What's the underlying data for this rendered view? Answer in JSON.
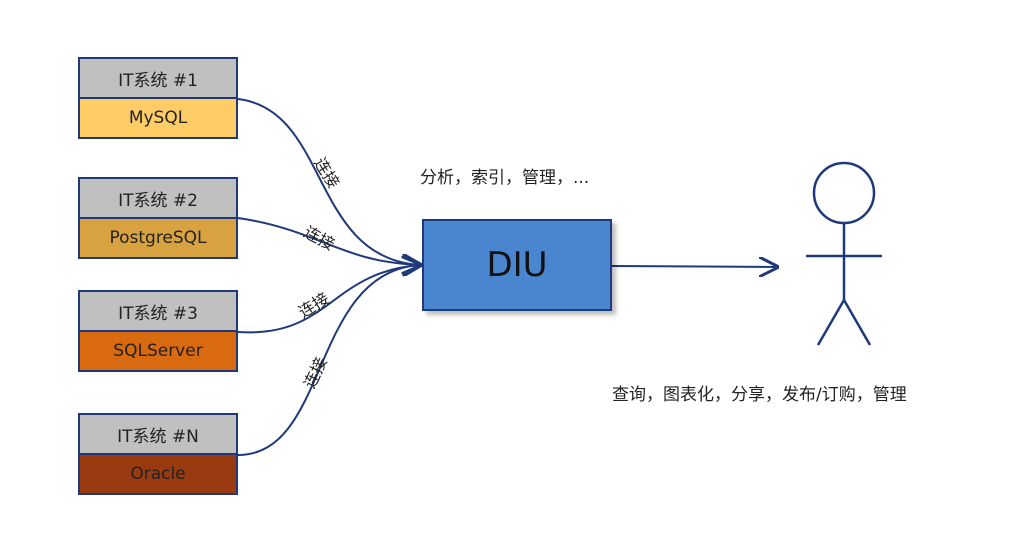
{
  "systems": [
    {
      "title": "IT系统 #1",
      "db": "MySQL",
      "color": "#ffcc66"
    },
    {
      "title": "IT系统 #2",
      "db": "PostgreSQL",
      "color": "#d9a240"
    },
    {
      "title": "IT系统 #3",
      "db": "SQLServer",
      "color": "#d96a0f"
    },
    {
      "title": "IT系统 #N",
      "db": "Oracle",
      "color": "#9a3a10"
    }
  ],
  "connection_label": "连接",
  "diu": {
    "label": "DIU",
    "color": "#4a86cf"
  },
  "diu_functions": "分析，索引，管理，...",
  "user_functions": "查询，图表化，分享，发布/订购，管理",
  "line_color": "#1f3a7a"
}
